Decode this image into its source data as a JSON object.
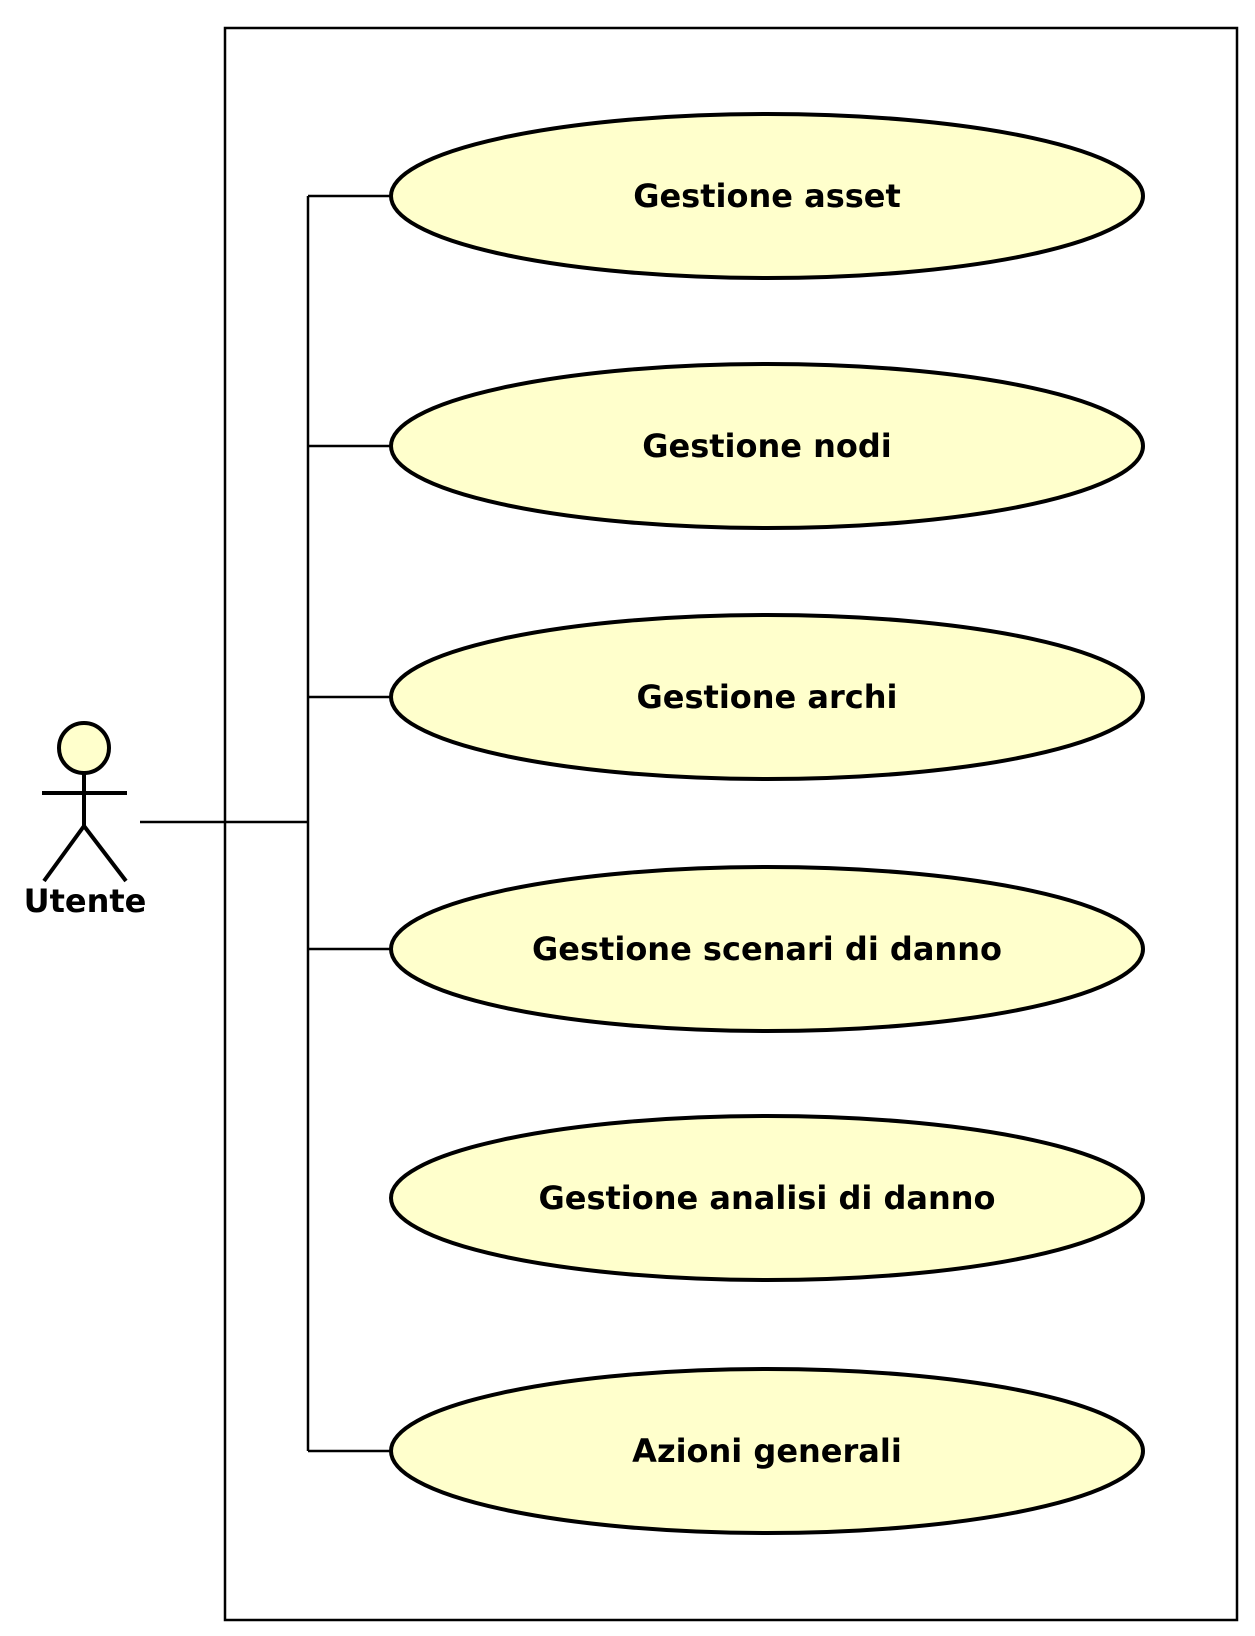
{
  "colors": {
    "usecase_fill": "#ffffcc",
    "actor_fill": "#ffffcc",
    "stroke": "#000000",
    "background": "#ffffff"
  },
  "actor": {
    "name": "Utente",
    "icon": "stick-figure-icon"
  },
  "use_cases": [
    {
      "label": "Gestione asset"
    },
    {
      "label": "Gestione nodi"
    },
    {
      "label": "Gestione archi"
    },
    {
      "label": "Gestione scenari di danno"
    },
    {
      "label": "Gestione analisi di danno"
    },
    {
      "label": "Azioni generali"
    }
  ]
}
